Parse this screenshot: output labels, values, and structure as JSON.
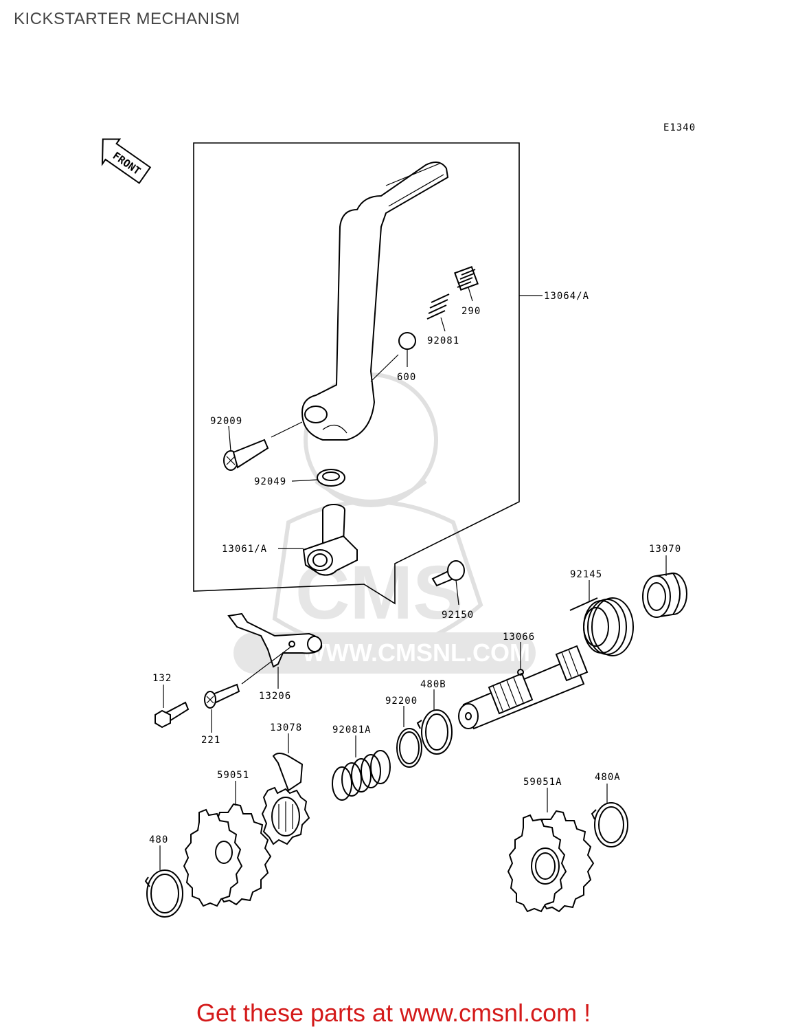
{
  "title": "KICKSTARTER MECHANISM",
  "diagram_code": "E1340",
  "front_arrow_label": "FRONT",
  "watermark": {
    "logo": "CMS",
    "url": "WWW.CMSNL.COM"
  },
  "part_labels": {
    "p13064a": "13064/A",
    "p290": "290",
    "p92081": "92081",
    "p600": "600",
    "p92009": "92009",
    "p92049": "92049",
    "p13061a": "13061/A",
    "p13070": "13070",
    "p92145": "92145",
    "p92150": "92150",
    "p13066": "13066",
    "p132": "132",
    "p13206": "13206",
    "p221": "221",
    "p480b": "480B",
    "p92200": "92200",
    "p92081a": "92081A",
    "p13078": "13078",
    "p59051": "59051",
    "p59051a": "59051A",
    "p480a": "480A",
    "p480": "480"
  },
  "footer": "Get these parts at www.cmsnl.com !",
  "colors": {
    "footer_text": "#d41a1a",
    "title_text": "#444444",
    "watermark": "#e0e0e0"
  }
}
